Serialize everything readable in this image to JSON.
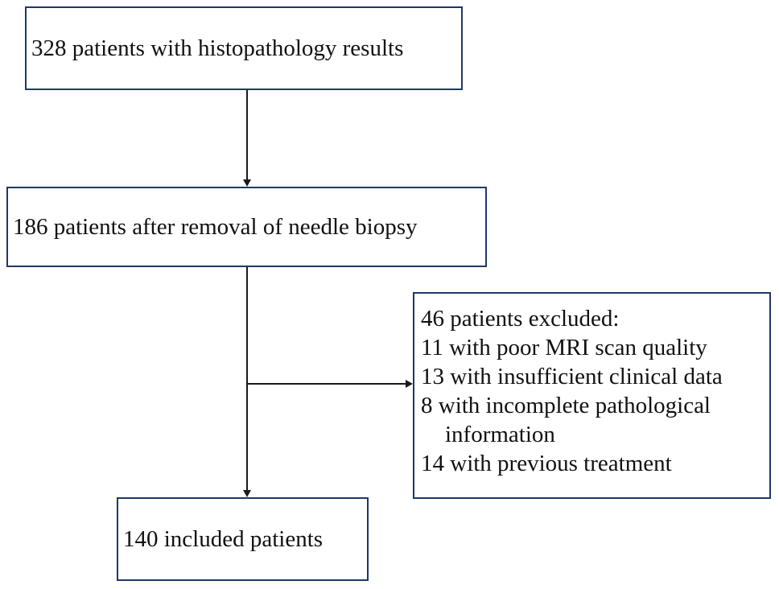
{
  "diagram": {
    "type": "flowchart",
    "colors": {
      "box_border": "#1f3864",
      "text": "#111111",
      "arrow": "#1a1a1a",
      "background": "#ffffff"
    },
    "nodes": {
      "histopathology": {
        "text": "328 patients with histopathology results"
      },
      "after_removal": {
        "text": "186 patients after removal of needle biopsy"
      },
      "excluded": {
        "lines": [
          "46 patients excluded:",
          "11 with poor MRI scan quality",
          "13 with insufficient clinical data",
          "8 with incomplete pathological",
          "information",
          "14 with previous treatment"
        ]
      },
      "included": {
        "text": "140 included patients"
      }
    },
    "edges": [
      {
        "from": "histopathology",
        "to": "after_removal",
        "direction": "down"
      },
      {
        "from": "after_removal",
        "to": "included",
        "direction": "down"
      },
      {
        "from": "after_removal",
        "to": "excluded",
        "direction": "right-branch"
      }
    ]
  }
}
